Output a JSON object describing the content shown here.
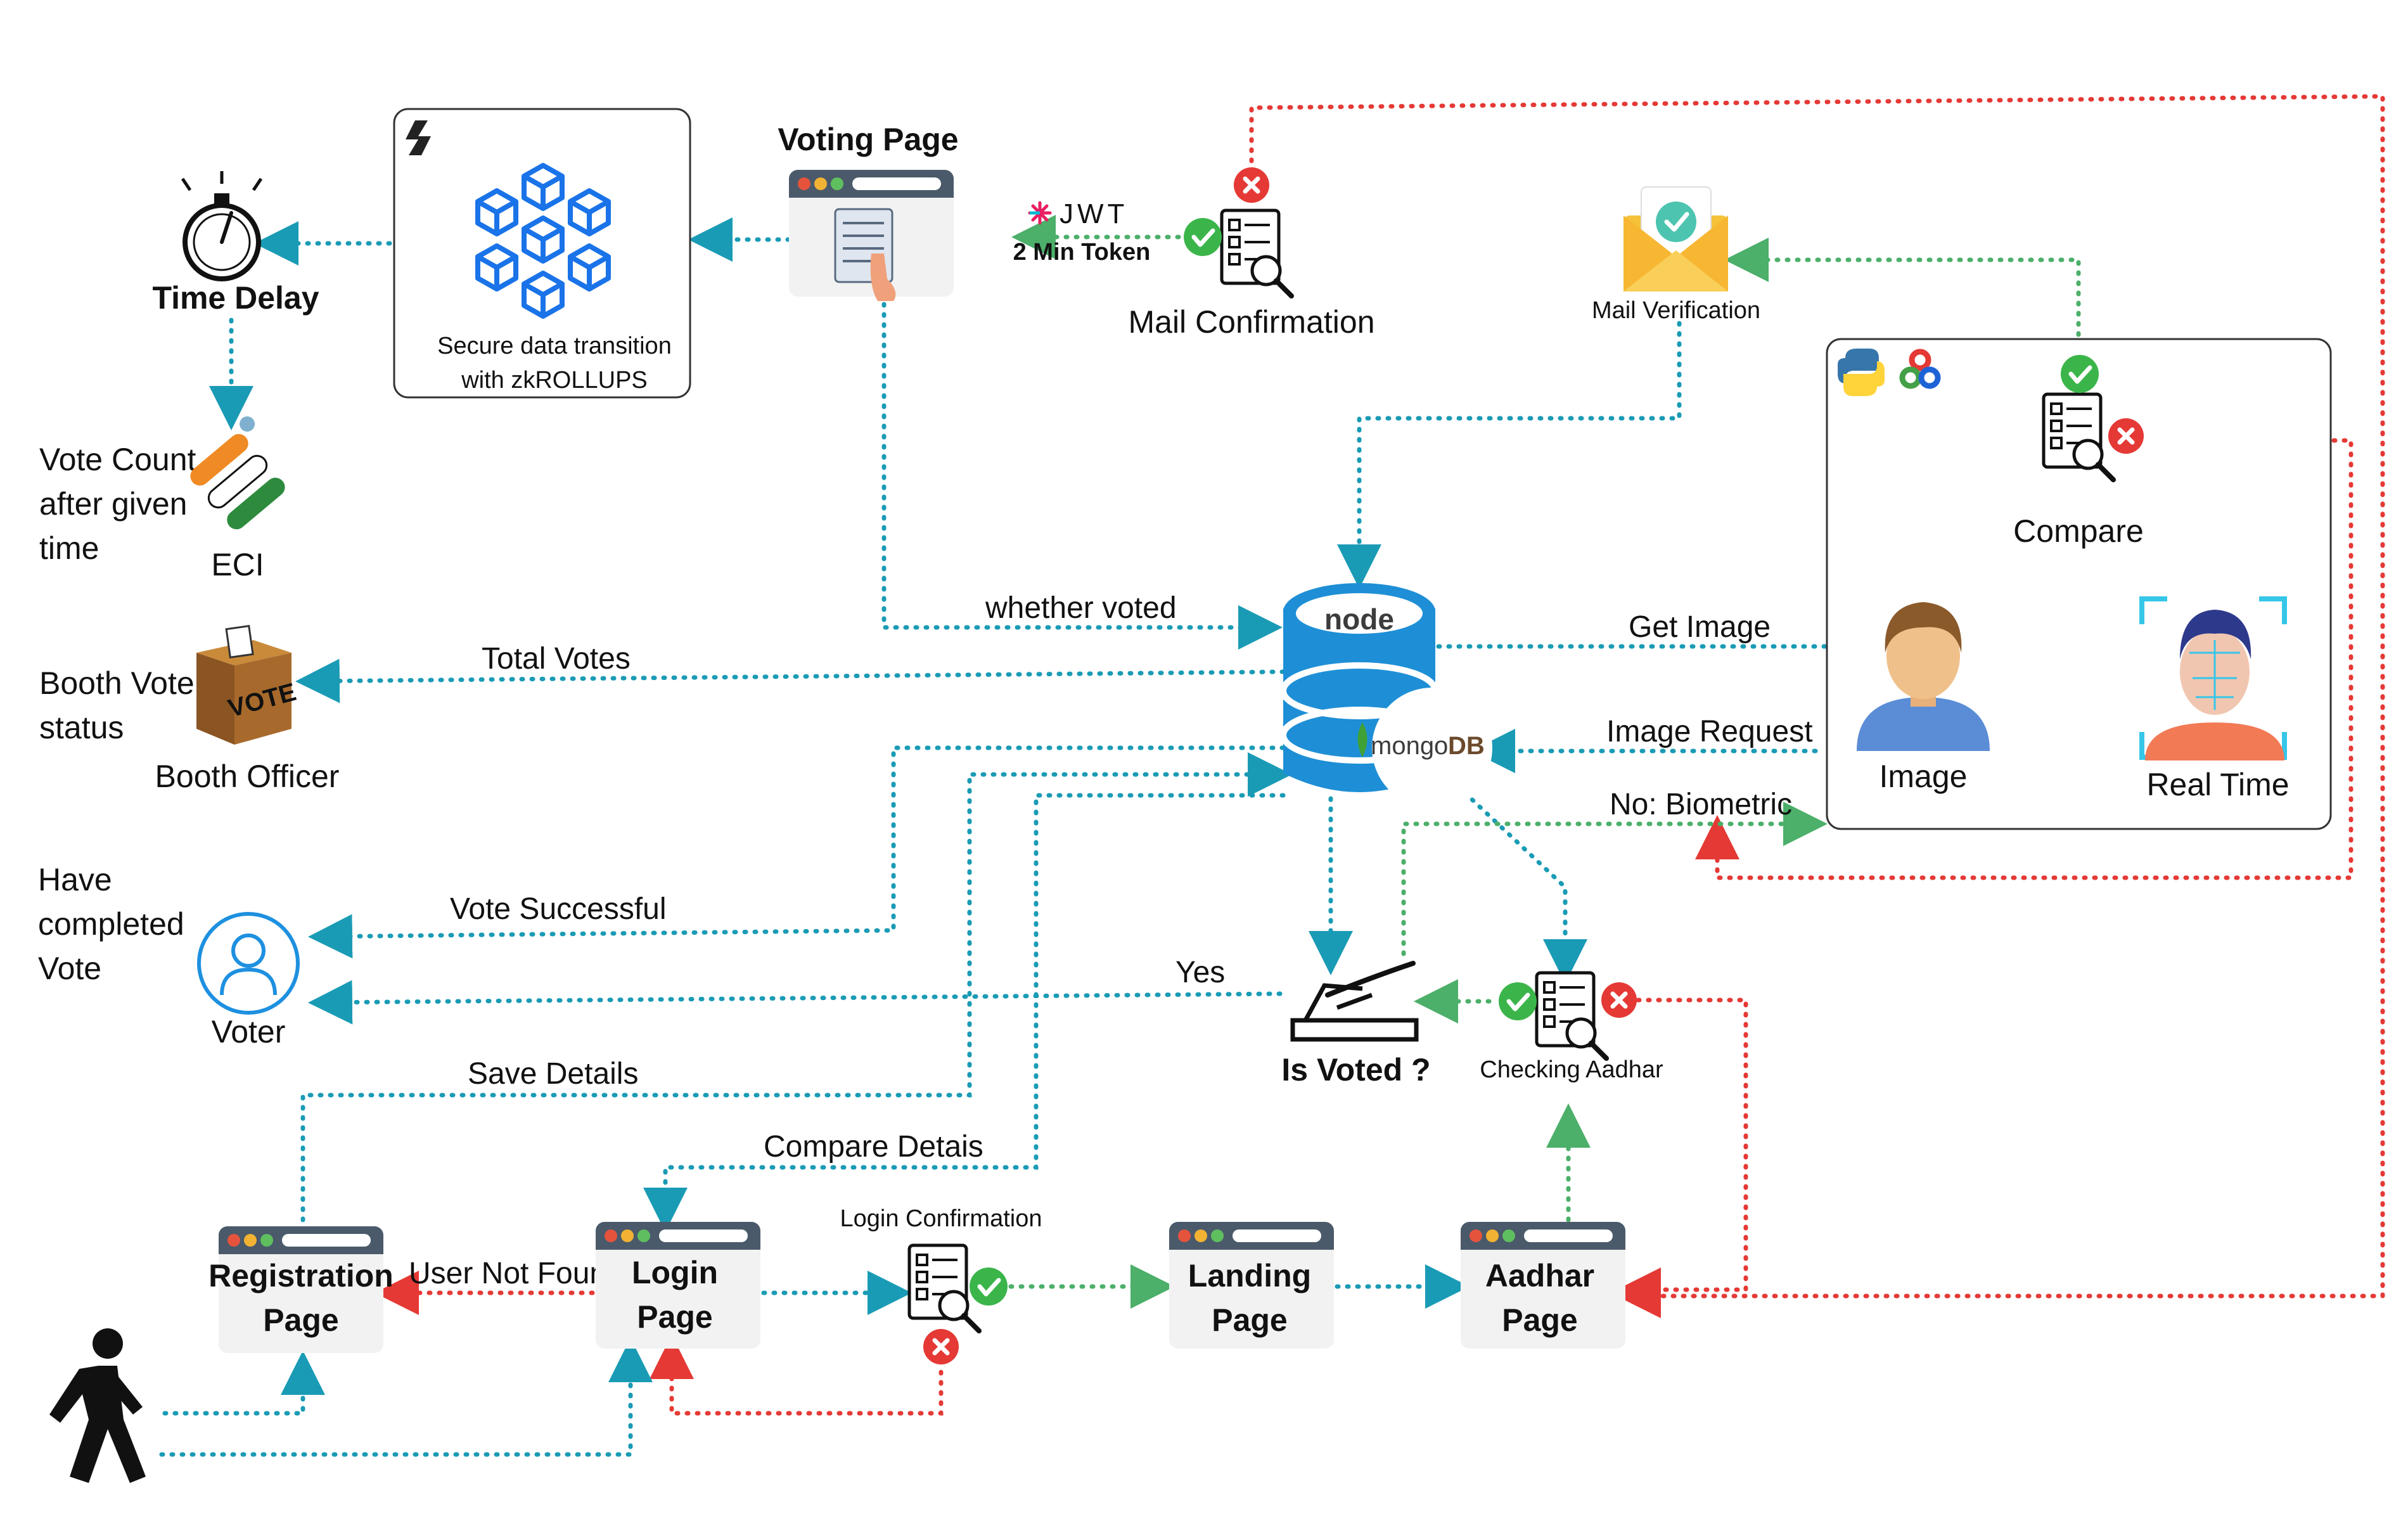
{
  "panels": {
    "zk_caption_line1": "Secure data transition",
    "zk_caption_line2": "with zkROLLUPS"
  },
  "nodes": {
    "voting_page": "Voting Page",
    "time_delay": "Time Delay",
    "jwt_logo": "JWT",
    "jwt_token": "2 Min Token",
    "mail_confirmation": "Mail Confirmation",
    "mail_verification": "Mail Verification",
    "compare": "Compare",
    "image": "Image",
    "real_time": "Real Time",
    "vote_count_1": "Vote Count",
    "vote_count_2": "after given",
    "vote_count_3": "time",
    "eci": "ECI",
    "booth_status_1": "Booth Vote",
    "booth_status_2": "status",
    "booth_officer": "Booth Officer",
    "ballot_box_label": "VOTE",
    "have_completed_1": "Have",
    "have_completed_2": "completed",
    "have_completed_3": "Vote",
    "voter": "Voter",
    "node_logo": "node",
    "mongo_logo_1": "mongo",
    "mongo_logo_2": "DB",
    "is_voted": "Is Voted ?",
    "checking_aadhar": "Checking Aadhar",
    "registration_1": "Registration",
    "registration_2": "Page",
    "login_1": "Login",
    "login_2": "Page",
    "login_confirmation": "Login Confirmation",
    "landing_1": "Landing",
    "landing_2": "Page",
    "aadhar_1": "Aadhar",
    "aadhar_2": "Page"
  },
  "edges": {
    "whether_voted": "whether voted",
    "total_votes": "Total Votes",
    "get_image": "Get Image",
    "image_request": "Image Request",
    "no_biometric": "No: Biometric",
    "vote_successful": "Vote Successful",
    "yes": "Yes",
    "save_details": "Save Details",
    "compare_details": "Compare Detais",
    "user_not_found": "User Not Found"
  },
  "colors": {
    "flow": "#1a9bb5",
    "success": "#4caf6a",
    "failure": "#e53935",
    "db_blue": "#1e8fd6",
    "zk_blue": "#1a73e8"
  }
}
